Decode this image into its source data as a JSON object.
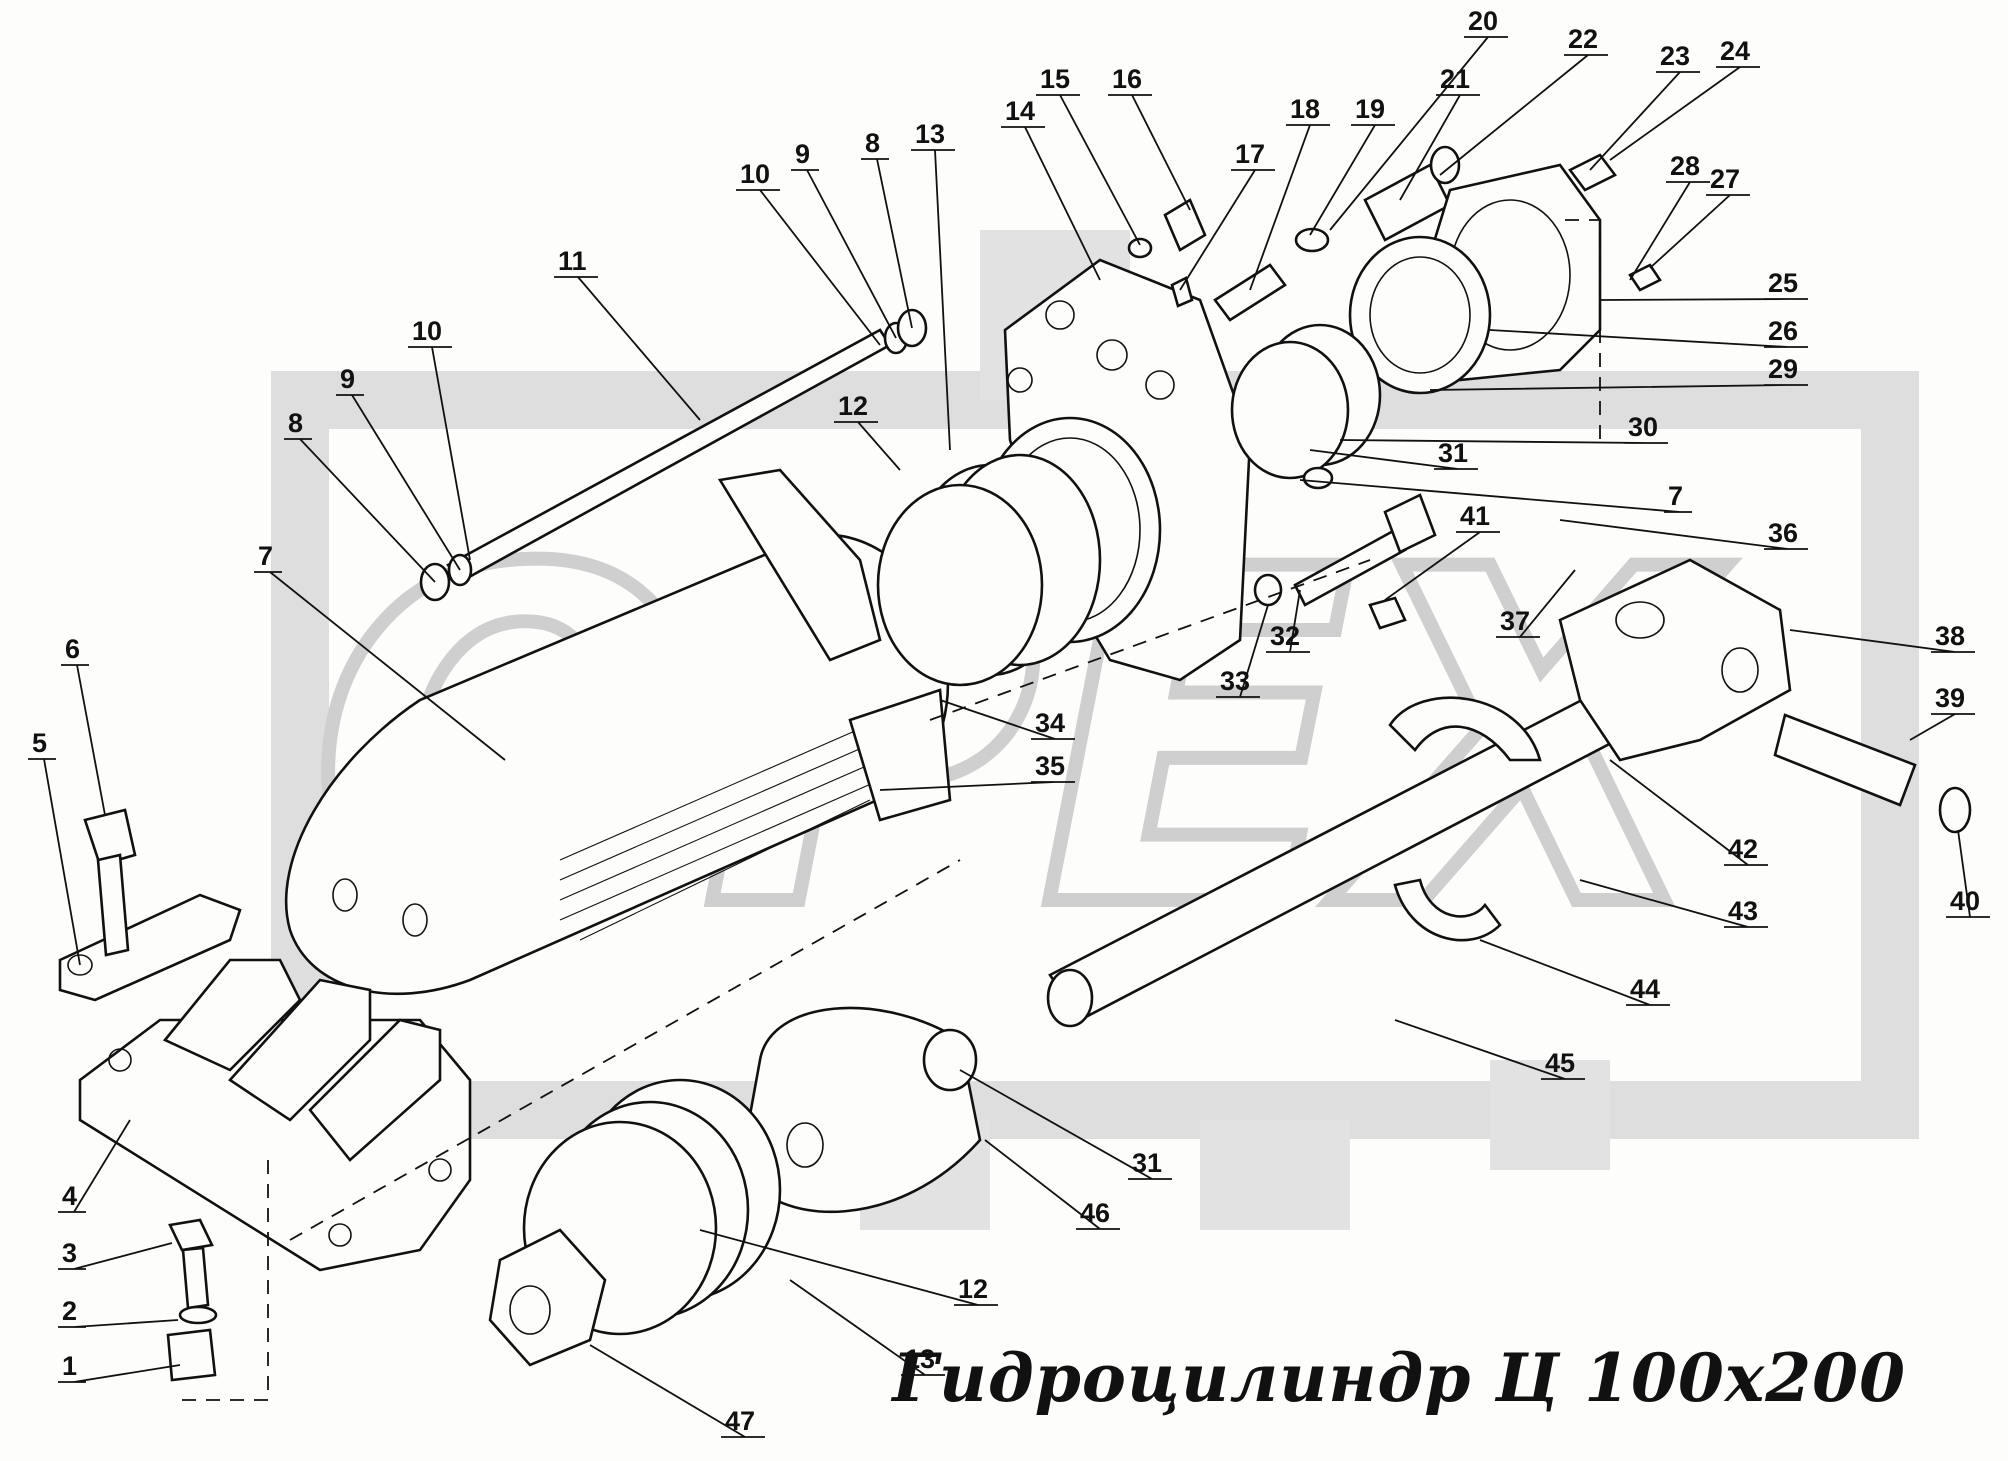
{
  "title": "Гидроцилиндр Ц 100х200",
  "watermark": {
    "text": "OPEX",
    "color": "#d8d8d8"
  },
  "callouts": [
    {
      "label": "1"
    },
    {
      "label": "2"
    },
    {
      "label": "3"
    },
    {
      "label": "4"
    },
    {
      "label": "5"
    },
    {
      "label": "6"
    },
    {
      "label": "7"
    },
    {
      "label": "8"
    },
    {
      "label": "9"
    },
    {
      "label": "10"
    },
    {
      "label": "11"
    },
    {
      "label": "12"
    },
    {
      "label": "13"
    },
    {
      "label": "14"
    },
    {
      "label": "15"
    },
    {
      "label": "16"
    },
    {
      "label": "17"
    },
    {
      "label": "18"
    },
    {
      "label": "19"
    },
    {
      "label": "20"
    },
    {
      "label": "21"
    },
    {
      "label": "22"
    },
    {
      "label": "23"
    },
    {
      "label": "24"
    },
    {
      "label": "25"
    },
    {
      "label": "26"
    },
    {
      "label": "27"
    },
    {
      "label": "28"
    },
    {
      "label": "29"
    },
    {
      "label": "30"
    },
    {
      "label": "31"
    },
    {
      "label": "32"
    },
    {
      "label": "33"
    },
    {
      "label": "34"
    },
    {
      "label": "35"
    },
    {
      "label": "36"
    },
    {
      "label": "37"
    },
    {
      "label": "38"
    },
    {
      "label": "39"
    },
    {
      "label": "40"
    },
    {
      "label": "41"
    },
    {
      "label": "42"
    },
    {
      "label": "43"
    },
    {
      "label": "44"
    },
    {
      "label": "45"
    },
    {
      "label": "46"
    },
    {
      "label": "47"
    },
    {
      "label": "8"
    },
    {
      "label": "9"
    },
    {
      "label": "10"
    },
    {
      "label": "7"
    },
    {
      "label": "31"
    },
    {
      "label": "12"
    },
    {
      "label": "13"
    }
  ]
}
